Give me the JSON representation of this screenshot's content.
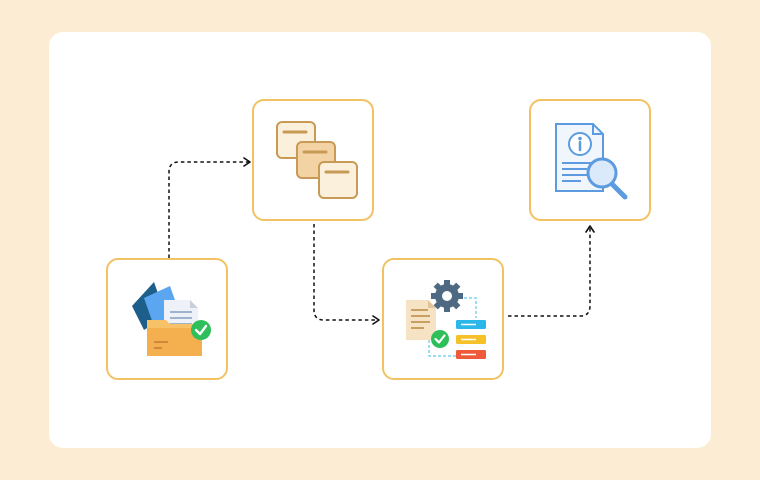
{
  "diagram": {
    "nodes": [
      {
        "id": "n1",
        "icon": "folder-documents-check-icon"
      },
      {
        "id": "n2",
        "icon": "stacked-cards-icon"
      },
      {
        "id": "n3",
        "icon": "document-workflow-gear-icon"
      },
      {
        "id": "n4",
        "icon": "info-document-magnifier-icon"
      }
    ],
    "edges": [
      {
        "from": "n1",
        "to": "n2",
        "style": "dashed-arrow"
      },
      {
        "from": "n2",
        "to": "n3",
        "style": "dashed-arrow"
      },
      {
        "from": "n3",
        "to": "n4",
        "style": "dashed-arrow"
      }
    ]
  },
  "colors": {
    "background": "#fdecd4",
    "card": "#ffffff",
    "node_border": "#f2c262",
    "connector": "#111111"
  }
}
